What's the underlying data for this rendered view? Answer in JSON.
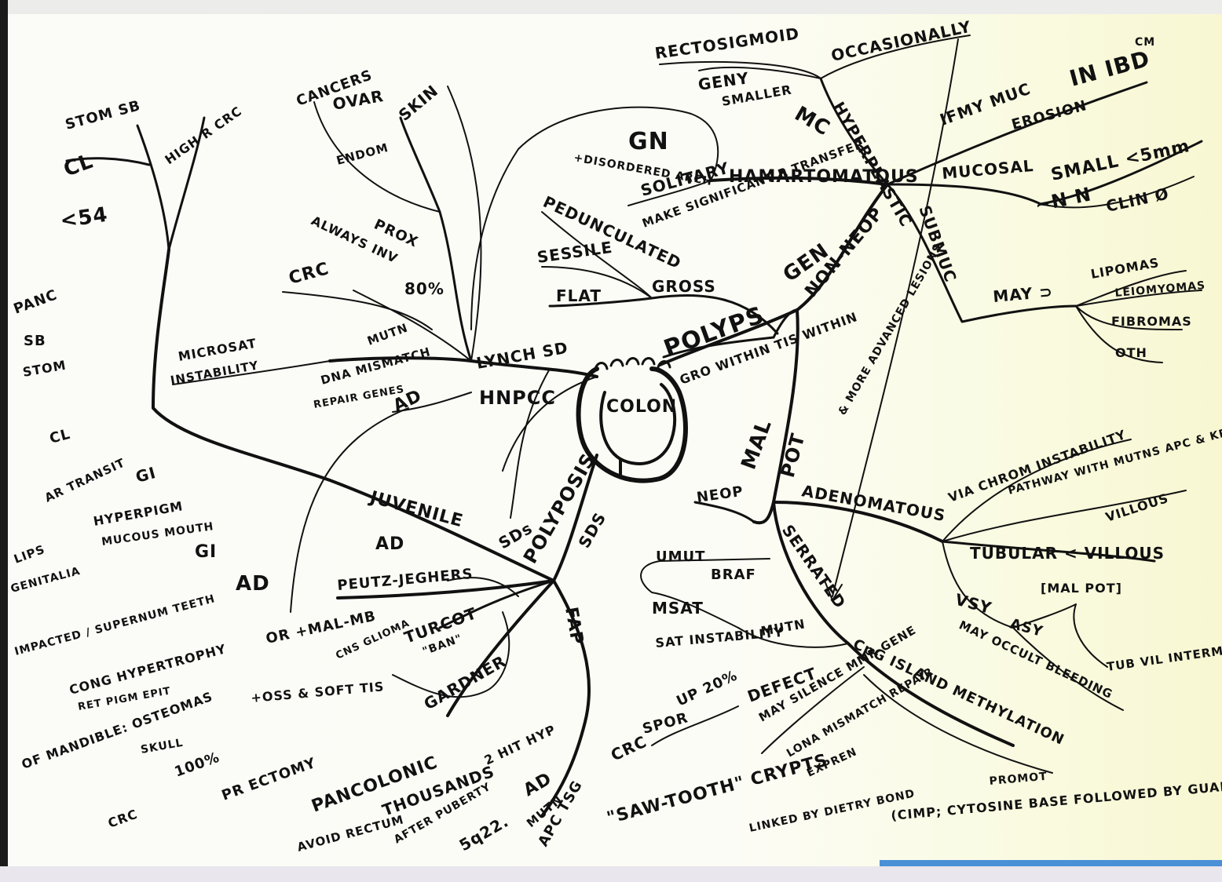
{
  "colors": {
    "ink": "#111111",
    "highlight_red": "#d0342c",
    "paper_yellow": "#f8f7d2"
  },
  "center": "COLON",
  "polyps": {
    "label": "POLYPS",
    "sub": "GRO WITHIN TIS WITHIN",
    "gen": "GEN",
    "gross": "GROSS",
    "gross_types": [
      "PEDUNCULATED",
      "SESSILE",
      "FLAT"
    ],
    "non_neop": "NON-NEOP",
    "hamartomatous": {
      "label": "HAMARTOMATOUS",
      "solitary": "SOLITARY",
      "disordered": "+DISORDERED ARCH",
      "gn": "GN",
      "make_sig": "MAKE SIGNIFICANT R TRANSFER"
    },
    "hyperplastic": {
      "label": "HYPERPLASTIC",
      "mc": "MC",
      "rectosigmoid": "RECTOSIGMOID",
      "occasionally": "OCCASIONALLY",
      "geny": "GENY",
      "smaller": "SMALLER"
    },
    "ifmy": {
      "label": "IFMY MUC",
      "in_ibd": "IN IBD",
      "erosion": "EROSION",
      "cm": "CM"
    },
    "mucosal": {
      "label": "MUCOSAL",
      "small": "SMALL <5mm",
      "nn": "~N N",
      "clin": "CLIN Ø"
    },
    "submuc": {
      "label": "SUBMUC",
      "may": "MAY ⊃",
      "items": [
        "LIPOMAS",
        "LEIOMYOMAS",
        "FIBROMAS",
        "OTH"
      ]
    },
    "advanced": "& MORE ADVANCED LESIONS"
  },
  "mal_pot": {
    "mal": "MAL",
    "pot": "POT",
    "neop": "NEOP"
  },
  "adenomatous": {
    "label": "ADENOMATOUS",
    "via": "VIA CHROM INSTABILITY",
    "pathway": "PATHWAY WITH MUTNS APC & KRAS",
    "villous": "VILLOUS",
    "tubular": "TUBULAR < VILLOUS",
    "vsy": "VSY",
    "asy": "ASY",
    "mal_pot": "[MAL POT]",
    "may_occult": "MAY OCCULT BLEEDING",
    "tub_vil": "TUB VIL INTERM"
  },
  "serrated": {
    "label": "SERRATED",
    "umut": "UMUT",
    "braf": "BRAF",
    "msat": "MSAT",
    "sat_instability": "SAT INSTABILITY",
    "mutn": "MUTN",
    "cpg": "CpG ISLAND METHYLATION",
    "defect": "DEFECT",
    "may_silence": "MAY SILENCE MMR GENE",
    "lona": "LONA MISMATCH REPAIR",
    "exprn": "EXPREN",
    "spor": "SPOR",
    "up_20": "UP 20%",
    "crc": "CRC",
    "saw_tooth": "\"SAW-TOOTH\" CRYPTS",
    "prompt": "PROMOT",
    "linked": "LINKED BY DIETRY BOND",
    "cimp": "(CIMP; CYTOSINE BASE FOLLOWED BY GUANINE"
  },
  "polyposis": {
    "label": "POLYPOSIS",
    "sds": "SDs",
    "sds2": "SDS",
    "fap": {
      "label": "FAP",
      "pancolonic": "PANCOLONIC",
      "thousands": "THOUSANDS",
      "after_puberty": "AFTER PUBERTY",
      "avoid_rectum": "AVOID RECTUM",
      "two_hit": "2 HIT HYP",
      "ad": "AD",
      "mutn": "MUTN",
      "apc_tsg": "APC TSG",
      "5q22": "5q22."
    },
    "turcot": {
      "label": "TURCOT",
      "ar_mal_mb": "OR +MAL-MB",
      "cns_glioma": "CNS GLIOMA",
      "ban": "\"BAN\"",
      "gardner": "GARDNER",
      "oss_soft": "+OSS & SOFT TIS",
      "cong_hyp": "CONG HYPERTROPHY",
      "ret_pigm": "RET PIGM EPIT",
      "mandible": "OF MANDIBLE: OSTEOMAS",
      "skull": "SKULL",
      "impacted": "IMPACTED / SUPERNUM TEETH",
      "crc_100": "100%",
      "crc": "CRC",
      "pr_ectomy": "PR ECTOMY"
    },
    "peutz": {
      "label": "PEUTZ-JEGHERS",
      "ad": "AD",
      "gi": "GI",
      "lips": "LIPS",
      "genitalia": "GENITALIA",
      "hyperpigm": "HYPERPIGM",
      "mucous": "MUCOUS MOUTH"
    },
    "juvenile": {
      "label": "JUVENILE",
      "ad": "AD",
      "gi": "GI",
      "ar_transit": "AR TRANSIT",
      "cl": "CL",
      "pancreas": "PANC",
      "sb": "SB",
      "stom": "STOM"
    }
  },
  "lynch": {
    "label": "LYNCH SD",
    "hnpcc": "HNPCC",
    "ad": "AD",
    "mutn": "MUTN",
    "dna_mismatch": "DNA MISMATCH",
    "repair_genes": "REPAIR GENES",
    "microsat": "MICROSAT",
    "instability": "INSTABILITY",
    "crc": "CRC",
    "always_inv": "ALWAYS INV",
    "prox": "PROX",
    "eighty": "80%",
    "cancers": "CANCERS",
    "ovar": "OVAR",
    "skin": "SKIN",
    "endom": "ENDOM",
    "stom_sb": "STOM SB",
    "cl": "CL",
    "lt45": "<54",
    "high_crc": "HIGH R CRC"
  }
}
